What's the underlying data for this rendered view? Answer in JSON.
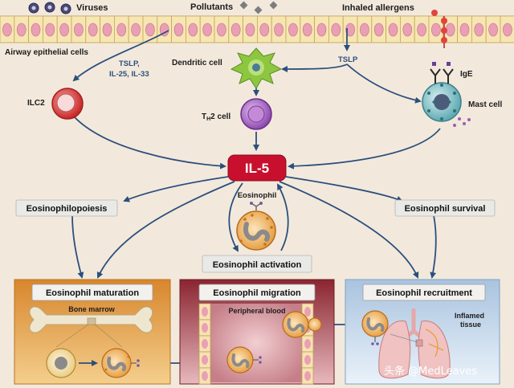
{
  "labels": {
    "viruses": "Viruses",
    "pollutants": "Pollutants",
    "inhaled_allergens": "Inhaled allergens",
    "airway_epithelial_cells": "Airway epithelial cells",
    "tslp_il25_il33_line1": "TSLP,",
    "tslp_il25_il33_line2": "IL-25, IL-33",
    "tslp": "TSLP",
    "dendritic_cell": "Dendritic cell",
    "ige": "IgE",
    "ilc2": "ILC2",
    "th2_cell_prefix": "T",
    "th2_cell_subscript": "H",
    "th2_cell_suffix": "2 cell",
    "mast_cell": "Mast cell",
    "il5": "IL-5",
    "eosinophil": "Eosinophil",
    "eosinophilopoiesis": "Eosinophilopoiesis",
    "eosinophil_survival": "Eosinophil survival",
    "eosinophil_activation": "Eosinophil activation",
    "eosinophil_maturation": "Eosinophil maturation",
    "bone_marrow": "Bone marrow",
    "eosinophil_migration": "Eosinophil migration",
    "peripheral_blood": "Peripheral blood",
    "eosinophil_recruitment": "Eosinophil recruitment",
    "inflamed_tissue_line1": "Inflamed",
    "inflamed_tissue_line2": "tissue",
    "watermark": "头条 @MedLeaves"
  },
  "colors": {
    "background": "#f2e9dc",
    "epithelium": "#f3dfa4",
    "epithelium_nucleus": "#e79ab0",
    "arrow": "#2c4f7c",
    "il5_box": "#c8102e",
    "maturation_panel": "#e3a24a",
    "migration_panel": "#9a2f3a",
    "recruitment_panel": "#b7cfe7",
    "ilc2_cell": "#d23a3a",
    "th2_cell": "#9a57b8",
    "dendritic_cell": "#8dc63f",
    "mast_cell": "#6fb9c0",
    "eosinophil_granules": "#f0a040"
  },
  "icons": [
    "virus-icon",
    "pollutant-diamond-icon",
    "allergen-icon",
    "dendritic-cell-icon",
    "ilc2-cell-icon",
    "th2-cell-icon",
    "mast-cell-icon",
    "ige-antibody-icon",
    "eosinophil-icon",
    "bone-icon",
    "blood-vessel-icon",
    "lung-icon"
  ]
}
